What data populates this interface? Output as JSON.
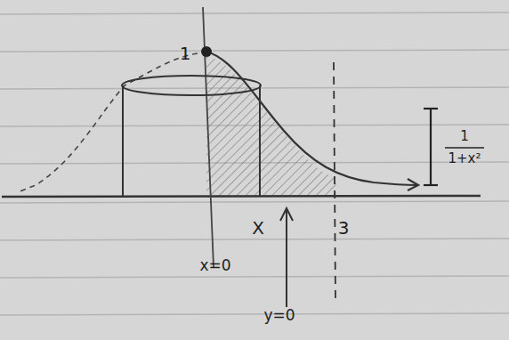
{
  "diagram": {
    "labels": [
      "1",
      "X",
      "3",
      "x=0",
      "y=0",
      "1",
      "1+x²"
    ]
  }
}
